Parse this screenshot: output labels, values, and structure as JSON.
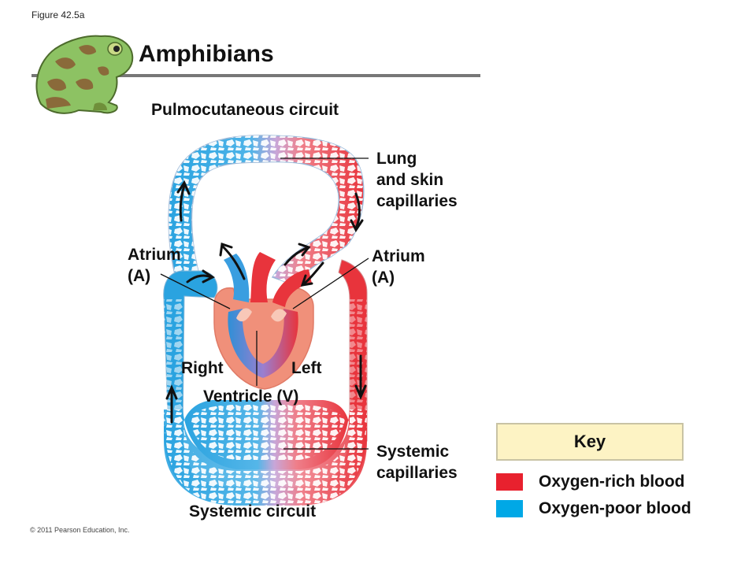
{
  "figure_label": "Figure 42.5a",
  "title": "Amphibians",
  "labels": {
    "pulmocutaneous": "Pulmocutaneous  circuit",
    "lung_capillaries": "Lung\nand skin\ncapillaries",
    "atrium_left_side": "Atrium\n(A)",
    "atrium_right_side": "Atrium\n(A)",
    "right": "Right",
    "left": "Left",
    "ventricle": "Ventricle (V)",
    "systemic_capillaries": "Systemic\ncapillaries",
    "systemic_circuit": "Systemic  circuit"
  },
  "key": {
    "title": "Key",
    "items": [
      {
        "label": "Oxygen-rich  blood",
        "color": "#e8212e"
      },
      {
        "label": "Oxygen-poor  blood",
        "color": "#00a8e6"
      }
    ]
  },
  "colors": {
    "oxygen_rich": "#e8212e",
    "oxygen_poor": "#28a4e0",
    "heart": "#f0907a",
    "frog_green": "#8dc263",
    "frog_brown": "#8a6a3a"
  },
  "copyright": "© 2011 Pearson Education, Inc."
}
